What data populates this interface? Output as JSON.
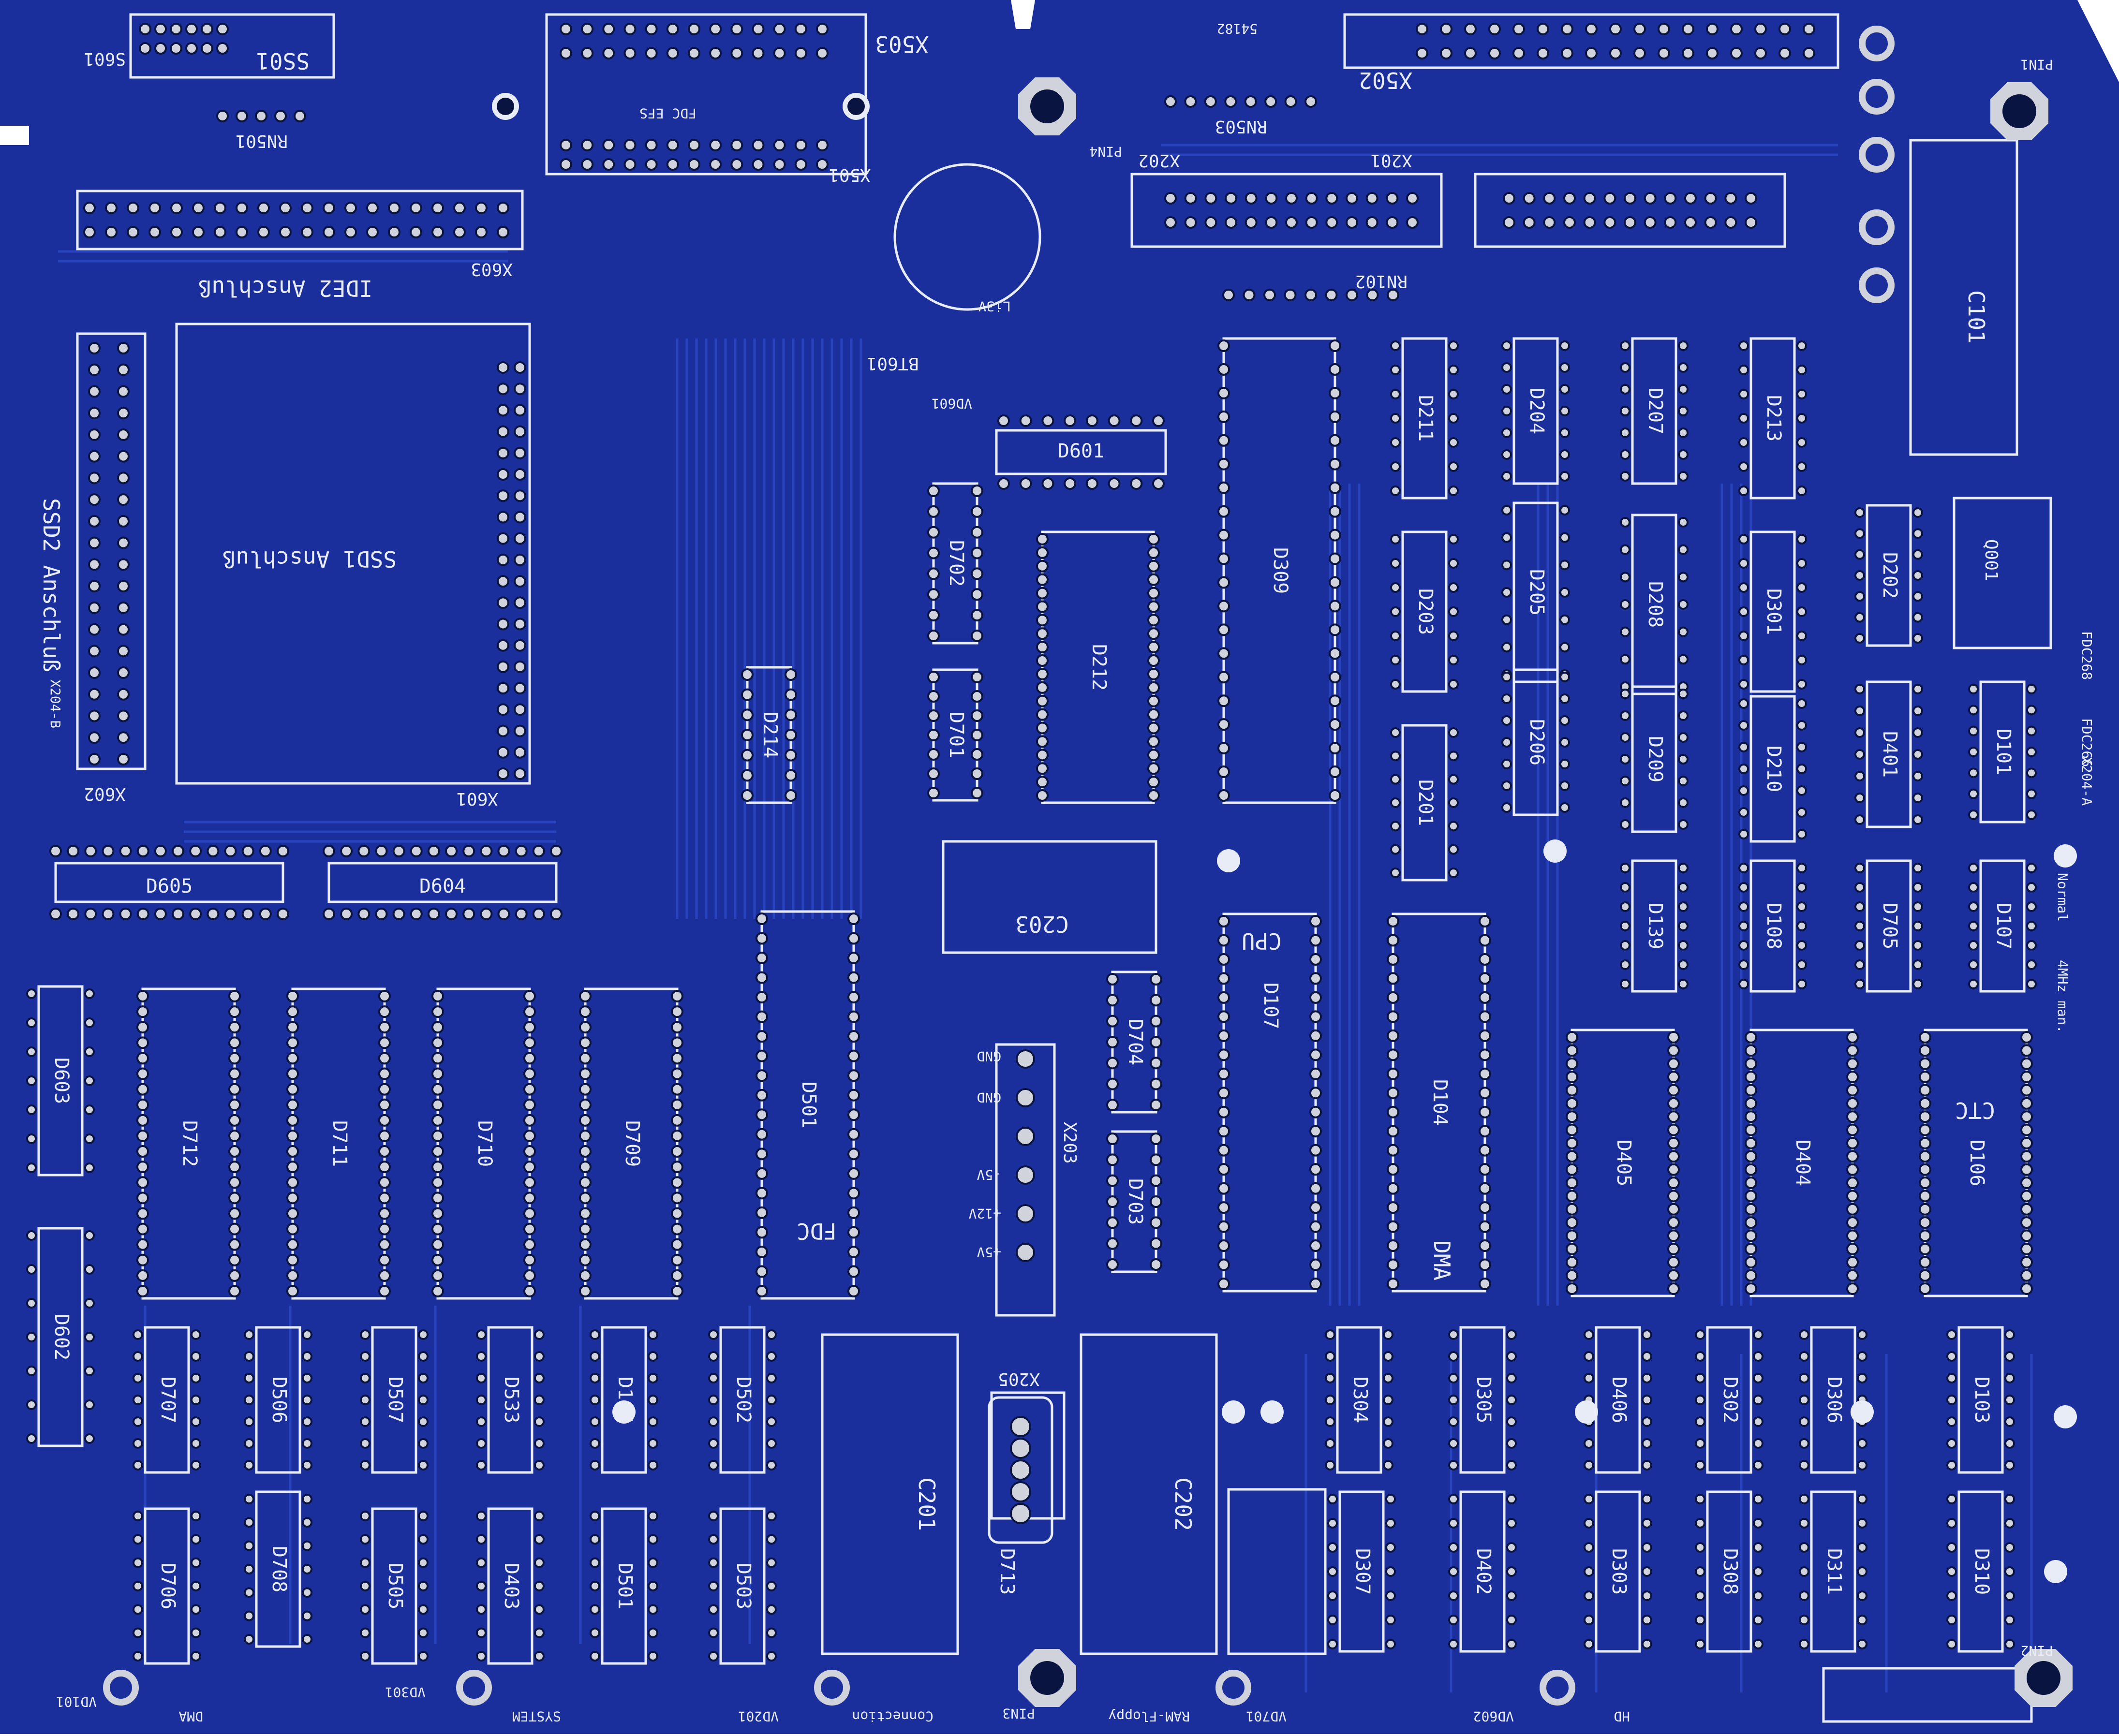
{
  "board": {
    "colors": {
      "substrate": "#1b2f9c",
      "copper": "#2a46c4",
      "silk": "#e8ecf7",
      "pad": "#d0d3db",
      "hole": "#0a1440"
    },
    "connectors": {
      "ss01": "SS01",
      "s601": "S601",
      "x503": "X503",
      "x502": "X502",
      "x501": "X501",
      "x202": "X202",
      "x201": "X201",
      "x603": "X603",
      "x602": "X602",
      "x601": "X601",
      "x203": "X203",
      "x205": "X205",
      "fdc_efs": "FDC EFS",
      "rn501": "RN501",
      "rn503": "RN503",
      "rn102": "RN102"
    },
    "labels": {
      "ide2": "IDE2 Anschluß",
      "ssd1": "SSD1 Anschluß",
      "ssd2": "SSD2 Anschluß",
      "pin1": "PIN1",
      "pin2": "PIN2",
      "pin3": "PIN3",
      "pin4": "PIN4",
      "serial": "54182",
      "bt601": "BT601",
      "battery": "Li3V",
      "cpu": "CPU",
      "dma": "DMA",
      "fdc": "FDC",
      "ctc": "CTC",
      "x204b": "X204-B",
      "x204a": "X204-A",
      "normal": "Normal",
      "mhz": "4MHz man.",
      "fdc268": "FDC268",
      "fdc266": "FDC266"
    },
    "power_labels": {
      "gnd": "GND",
      "m5v": "-5V",
      "p12v": "+12V",
      "p5v": "+5V"
    },
    "leds": {
      "vd101": "VD101",
      "vd201": "VD201",
      "vd301": "VD301",
      "vd601": "VD601",
      "vd602": "VD602",
      "vd701": "VD701"
    },
    "led_labels": {
      "dma": "DMA",
      "system": "SYSTEM",
      "connection": "Connection",
      "ram_floppy": "RAM-Floppy",
      "hd": "HD"
    },
    "chips": {
      "d605": "D605",
      "d604": "D604",
      "d603": "D603",
      "d602": "D602",
      "d712": "D712",
      "d711": "D711",
      "d710": "D710",
      "d709": "D709",
      "d501": "D501",
      "d702": "D702",
      "d701": "D701",
      "d601": "D601",
      "d212": "D212",
      "d214": "D214",
      "d309": "D309",
      "d211": "D211",
      "d204": "D204",
      "d207": "D207",
      "d213": "D213",
      "d205": "D205",
      "d208": "D208",
      "d301": "D301",
      "d202": "D202",
      "d203": "D203",
      "d206": "D206",
      "d209": "D209",
      "d210": "D210",
      "d401": "D401",
      "d101": "D101",
      "d201": "D201",
      "d139": "D139",
      "d108": "D108",
      "d705": "D705",
      "d107b": "D107",
      "d107": "D107",
      "d104": "D104",
      "d405": "D405",
      "d404": "D404",
      "d106": "D106",
      "d704": "D704",
      "d703": "D703",
      "d707": "D707",
      "d506": "D506",
      "d507": "D507",
      "d533": "D533",
      "d165": "D165",
      "d502": "D502",
      "d304": "D304",
      "d305": "D305",
      "d406": "D406",
      "d302": "D302",
      "d306": "D306",
      "d103": "D103",
      "d706": "D706",
      "d708": "D708",
      "d505": "D505",
      "d403": "D403",
      "d501b": "D501",
      "d503": "D503",
      "d713": "D713",
      "d307": "D307",
      "d402": "D402",
      "d303": "D303",
      "d308": "D308",
      "d311": "D311",
      "d310": "D310"
    },
    "caps": {
      "c101": "C101",
      "c201": "C201",
      "c202": "C202",
      "c203": "C203",
      "q001": "Q001"
    }
  }
}
